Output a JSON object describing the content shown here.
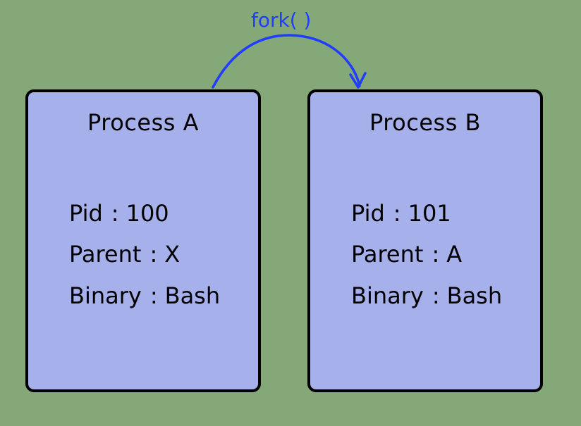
{
  "colors": {
    "background": "#85a878",
    "box_fill": "#a6b0ea",
    "box_border": "#000000",
    "arrow": "#1f3cff"
  },
  "fork_label": "fork( )",
  "process_a": {
    "title": "Process A",
    "pid_label": "Pid",
    "pid_value": "100",
    "parent_label": "Parent",
    "parent_value": "X",
    "binary_label": "Binary",
    "binary_value": "Bash"
  },
  "process_b": {
    "title": "Process B",
    "pid_label": "Pid",
    "pid_value": "101",
    "parent_label": "Parent",
    "parent_value": "A",
    "binary_label": "Binary",
    "binary_value": "Bash"
  },
  "separator": ":"
}
